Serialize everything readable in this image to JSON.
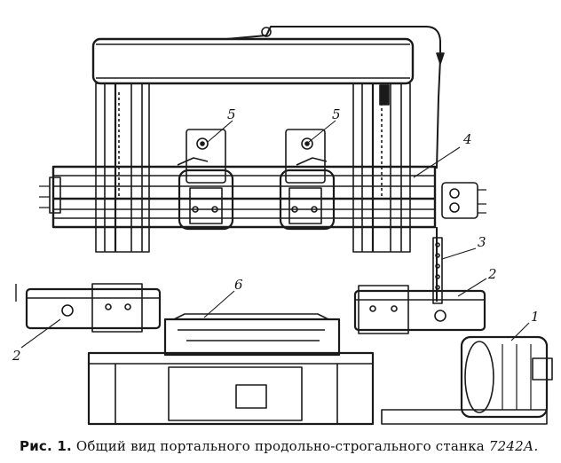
{
  "figure": {
    "callouts": {
      "motor": "1",
      "side_head_left": "2",
      "side_head_right": "2",
      "control_pendant": "3",
      "crossrail": "4",
      "vertical_head_left": "5",
      "vertical_head_right": "5",
      "table": "6"
    }
  },
  "caption": {
    "label": "Рис. 1.",
    "text": "Общий вид портального  продольно-строгального станка",
    "model": "7242А."
  }
}
